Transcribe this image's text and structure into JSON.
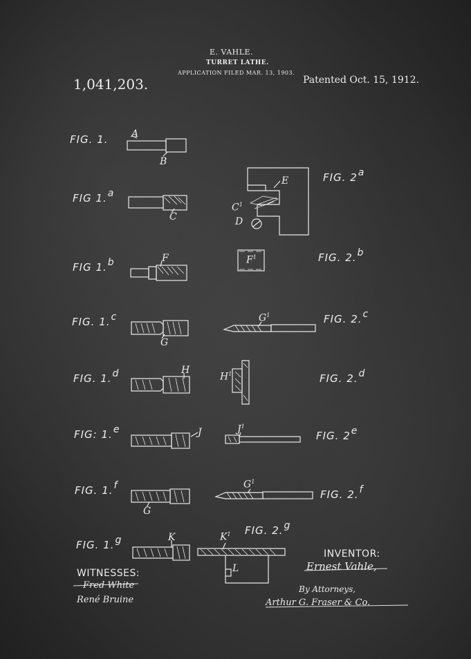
{
  "header": {
    "inventor": "E. VAHLE.",
    "title": "TURRET LATHE.",
    "application": "APPLICATION FILED MAR. 13, 1903.",
    "patent_number": "1,041,203.",
    "patented": "Patented Oct. 15, 1912."
  },
  "figures": [
    {
      "label": "FIG. 1.",
      "sup": ""
    },
    {
      "label": "FIG 1.",
      "sup": "a"
    },
    {
      "label": "FIG 1.",
      "sup": "b"
    },
    {
      "label": "FIG. 1.",
      "sup": "c"
    },
    {
      "label": "FIG. 1.",
      "sup": "d"
    },
    {
      "label": "FIG: 1.",
      "sup": "e"
    },
    {
      "label": "FIG. 1.",
      "sup": "f"
    },
    {
      "label": "FIG. 1.",
      "sup": "g"
    },
    {
      "label": "FIG. 2",
      "sup": "a"
    },
    {
      "label": "FIG. 2.",
      "sup": "b"
    },
    {
      "label": "FIG. 2.",
      "sup": "c"
    },
    {
      "label": "FIG. 2.",
      "sup": "d"
    },
    {
      "label": "FIG. 2",
      "sup": "e"
    },
    {
      "label": "FIG. 2.",
      "sup": "f"
    },
    {
      "label": "FIG. 2.",
      "sup": "g"
    }
  ],
  "refs": {
    "A": "A",
    "B": "B",
    "C": "C",
    "C1": "C",
    "D": "D",
    "E": "E",
    "F": "F",
    "F1": "F",
    "G": "G",
    "G1": "G",
    "G1b": "G",
    "Gb": "G",
    "H": "H",
    "H1": "H",
    "J": "J",
    "J1": "J",
    "K": "K",
    "K1": "K",
    "L": "L",
    "prime": "1"
  },
  "footer": {
    "witnesses_label": "WITNESSES:",
    "witness_1": "Fred White",
    "witness_2": "René Bruine",
    "inventor_label": "INVENTOR:",
    "inventor_name": "Ernest Vahle,",
    "by_attorneys": "By Attorneys,",
    "attorney_sig": "Arthur G. Fraser & Co."
  }
}
